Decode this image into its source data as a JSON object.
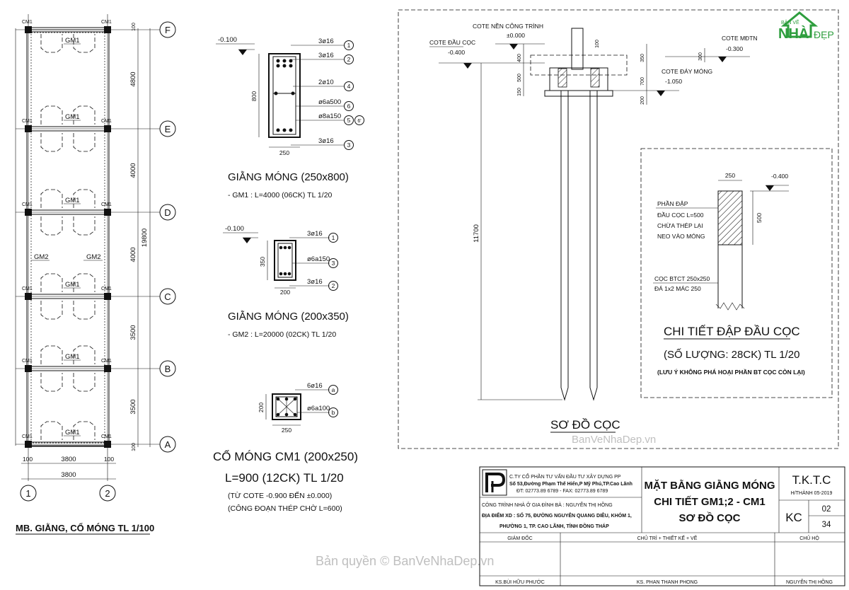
{
  "brand": {
    "line1": "BẢN VẼ",
    "line2": "NHÀ",
    "line3": "ĐẸP",
    "color_green": "#2e9e3e"
  },
  "plan": {
    "grid_rows": [
      "F",
      "E",
      "D",
      "C",
      "B",
      "A"
    ],
    "grid_cols": [
      "1",
      "2"
    ],
    "row_dims": [
      "4800",
      "4000",
      "4000",
      "3500",
      "3500"
    ],
    "total_dim": "19800",
    "edge_dim_top": "100",
    "edge_dim_bottom": "100",
    "col_dims": [
      "100",
      "3800",
      "100"
    ],
    "col_total": "3800",
    "col_label": "CM1",
    "gm1": "GM1",
    "gm2": "GM2",
    "title": "MB. GIẰNG, CỔ MÓNG TL 1/100"
  },
  "beam1": {
    "level": "-0.100",
    "callouts": [
      {
        "text": "3ø16",
        "num": "1"
      },
      {
        "text": "3ø16",
        "num": "2"
      },
      {
        "text": "2ø10",
        "num": "4"
      },
      {
        "text": "ø6a500",
        "num": "6"
      },
      {
        "text": "ø8a150",
        "num": "5",
        "num2": "6'"
      },
      {
        "text": "3ø16",
        "num": "3"
      }
    ],
    "height": "800",
    "width": "250",
    "title": "GIẰNG MÓNG (250x800)",
    "note": "- GM1 : L=4000 (06CK) TL 1/20"
  },
  "beam2": {
    "level": "-0.100",
    "callouts": [
      {
        "text": "3ø16",
        "num": "1"
      },
      {
        "text": "ø6a150",
        "num": "3"
      },
      {
        "text": "3ø16",
        "num": "2"
      }
    ],
    "height": "350",
    "width": "200",
    "title": "GIẰNG MÓNG (200x350)",
    "note": "- GM2 : L=20000 (02CK) TL 1/20"
  },
  "column": {
    "callouts": [
      {
        "text": "6ø16",
        "num": "a"
      },
      {
        "text": "ø6a100",
        "num": "b"
      }
    ],
    "height": "200",
    "width": "250",
    "title1": "CỔ MÓNG CM1 (200x250)",
    "title2": "L=900 (12CK) TL 1/20",
    "note1": "(TỪ COTE -0.900 ĐẾN ±0.000)",
    "note2": "(CÔNG ĐOẠN THÉP CHỜ L=600)"
  },
  "pile": {
    "cote_nen": "COTE NỀN CÔNG TRÌNH",
    "cote_nen_val": "±0.000",
    "cote_dau_coc": "COTE ĐẦU CỌC",
    "cote_dau_coc_val": "-0.400",
    "cote_mdtn": "COTE MĐTN",
    "cote_mdtn_val": "-0.300",
    "cote_day_mong": "COTE ĐÁY MÓNG",
    "cote_day_mong_val": "-1.050",
    "dims_left": [
      "400",
      "500",
      "150"
    ],
    "dims_right": [
      "350",
      "700",
      "200"
    ],
    "dim_top": "100",
    "dim_mdtn": "300",
    "length": "11700",
    "title": "SƠ ĐỒ CỌC"
  },
  "pilehead": {
    "width": "250",
    "level": "-0.400",
    "height": "500",
    "label1": "PHẦN ĐẬP",
    "label2": "ĐẦU CỌC L=500",
    "label3": "CHỪA THÉP LẠI",
    "label4": "NEO VÀO MÓNG",
    "label5": "CỌC BTCT 250x250",
    "label6": "ĐÁ 1x2 MÁC 250",
    "title": "CHI TIẾT ĐẬP ĐẦU CỌC",
    "subtitle": "(SỐ LƯỢNG: 28CK) TL 1/20",
    "note": "(LƯU Ý KHÔNG PHÁ HOẠI PHẦN BT CỌC CÒN LẠI)"
  },
  "titleblock": {
    "company": "C.TY CỔ PHẦN TƯ VẤN ĐẦU TƯ XÂY DỰNG PP",
    "address": "Số 53,Đường Phạm Thế Hiển,P Mỹ Phú,TP.Cao Lãnh",
    "phone": "ĐT: 02773.89 6789 - FAX: 02773.89 6789",
    "project": "CÔNG TRÌNH NHÀ Ở GIA ĐÌNH BÀ : NGUYỄN THỊ HỒNG",
    "location1": "ĐỊA ĐIỂM XD : SỐ 75, ĐƯỜNG NGUYỄN QUANG DIÊU, KHÓM 1,",
    "location2": "PHƯỜNG 1, TP. CAO LÃNH, TỈNH ĐỒNG THÁP",
    "sheet_title1": "MẶT BẰNG GIẰNG MÓNG",
    "sheet_title2": "CHI TIẾT GM1;2 - CM1",
    "sheet_title3": "SƠ ĐỒ CỌC",
    "stage": "T.K.T.C",
    "date": "H/THÀNH 05-2019",
    "code": "KC",
    "sheet_no": "02",
    "sheet_total": "34",
    "role1": "GIÁM ĐỐC",
    "role2": "CHỦ TRÌ + THIẾT KẾ + VẼ",
    "role3": "CHỦ HỘ",
    "name1": "KS.BÙI HỮU PHƯỚC",
    "name2": "KS. PHAN THANH PHONG",
    "name3": "NGUYỄN THỊ HỒNG"
  },
  "watermark": {
    "mid": "BanVeNhaDep.vn",
    "bottom": "Bản quyền © BanVeNhaDep.vn"
  }
}
